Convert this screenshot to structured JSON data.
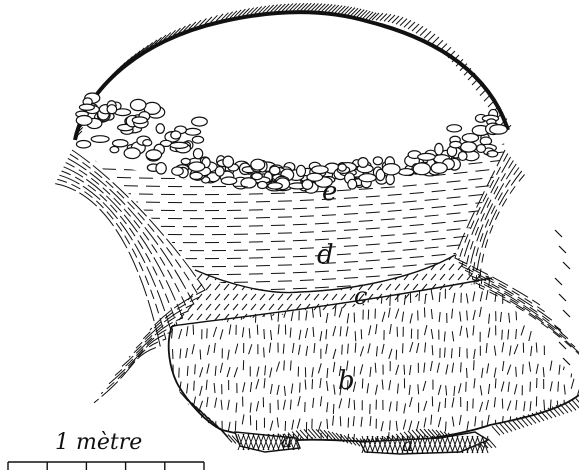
{
  "labels": {
    "a": "a",
    "b": "b",
    "c": "c",
    "d": "d",
    "e": "e"
  },
  "scale_bar": {
    "label": "1 mètre"
  },
  "colors": {
    "ink": "#111111",
    "background": "#ffffff"
  }
}
